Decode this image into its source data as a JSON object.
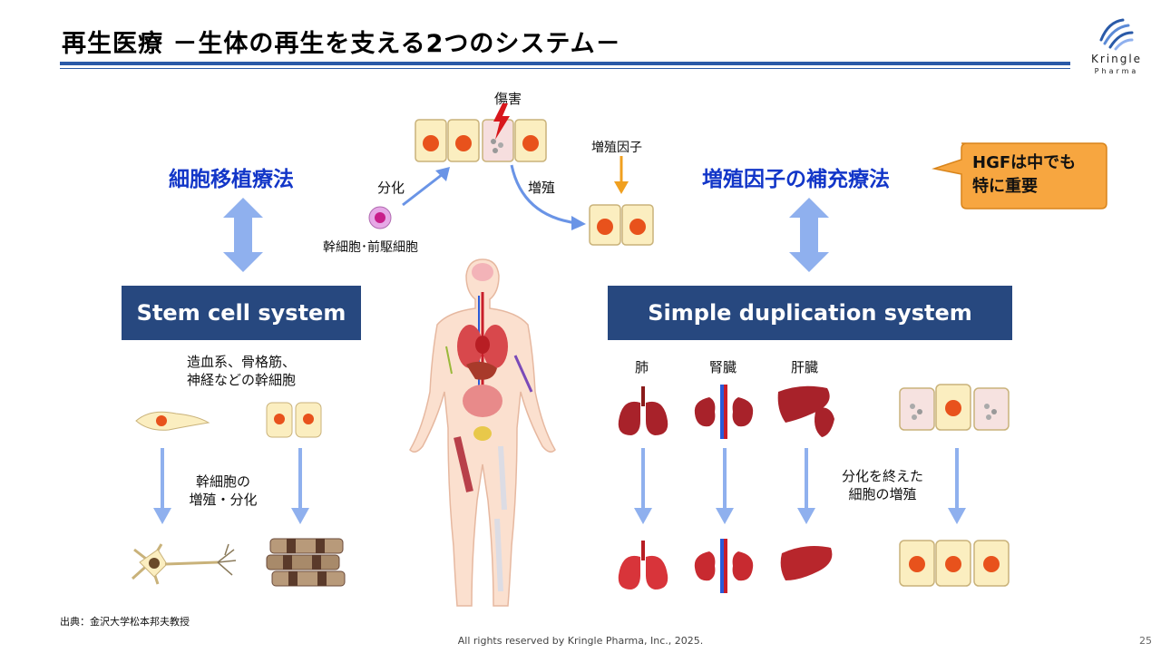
{
  "header": {
    "title": "再生医療 －生体の再生を支える2つのシステム－",
    "logo_word": "Kringle",
    "logo_sub": "Pharma"
  },
  "top_diagram": {
    "damage_label": "傷害",
    "differentiation_label": "分化",
    "proliferation_label": "増殖",
    "growth_factor_label": "増殖因子",
    "stem_cell_label": "幹細胞･前駆細胞"
  },
  "left": {
    "therapy_title": "細胞移植療法",
    "system_label": "Stem cell system",
    "stem_cells_desc_line1": "造血系、骨格筋、",
    "stem_cells_desc_line2": "神経などの幹細胞",
    "process_line1": "幹細胞の",
    "process_line2": "増殖・分化"
  },
  "right": {
    "therapy_title": "増殖因子の補充療法",
    "callout_line1": "HGFは中でも",
    "callout_line2": "特に重要",
    "system_label": "Simple duplication system",
    "organ_lung": "肺",
    "organ_kidney": "腎臓",
    "organ_liver": "肝臓",
    "process_line1": "分化を終えた",
    "process_line2": "細胞の増殖"
  },
  "footer": {
    "source": "出典：金沢大学松本邦夫教授",
    "copyright": "All rights reserved by Kringle Pharma, Inc., 2025.",
    "page_number": "25"
  },
  "colors": {
    "accent_blue": "#1236c8",
    "system_box": "#27487f",
    "header_rule": "#2a5aa8",
    "arrow_light_blue": "#8fb0ee",
    "callout_orange": "#f7a640",
    "cell_fill": "#fbeec0",
    "nucleus": "#e8521c"
  }
}
